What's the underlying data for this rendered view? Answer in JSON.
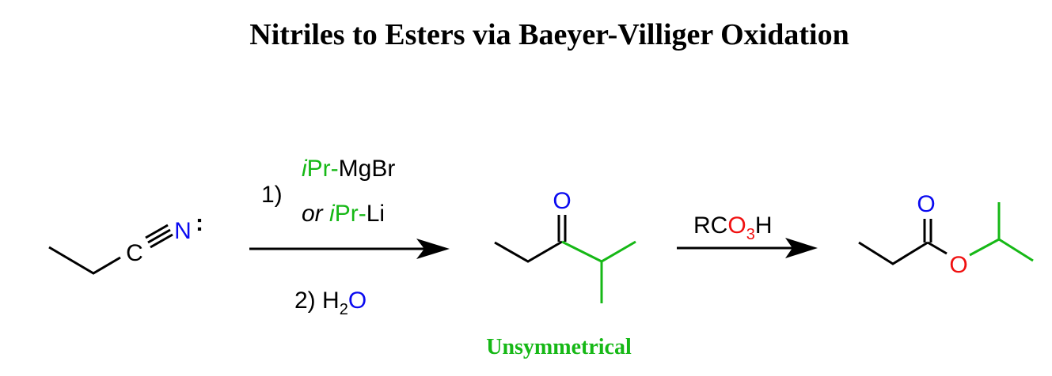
{
  "title": "Nitriles to Esters via Baeyer-Villiger Oxidation",
  "colors": {
    "green": "#16b816",
    "blue": "#0a0af0",
    "red": "#f01010",
    "black": "#000000"
  },
  "nitrile": {
    "c": "C",
    "n": "N",
    "lone_pair": ":"
  },
  "step1": {
    "num1": "1)",
    "r1_ipr": "iPr-",
    "r1_i": "i",
    "r1_pr": "Pr-",
    "r1_rest": "MgBr",
    "or": "or",
    "r2_i": "i",
    "r2_pr": "Pr-",
    "r2_rest": "Li",
    "num2": "2) H",
    "h2o_sub": "2",
    "h2o_o": "O"
  },
  "ketone": {
    "o": "O",
    "label": "Unsymmetrical"
  },
  "step2": {
    "r": "RC",
    "o": "O",
    "sub": "3",
    "h": "H"
  },
  "ester": {
    "o_carbonyl": "O",
    "o_ester": "O"
  }
}
